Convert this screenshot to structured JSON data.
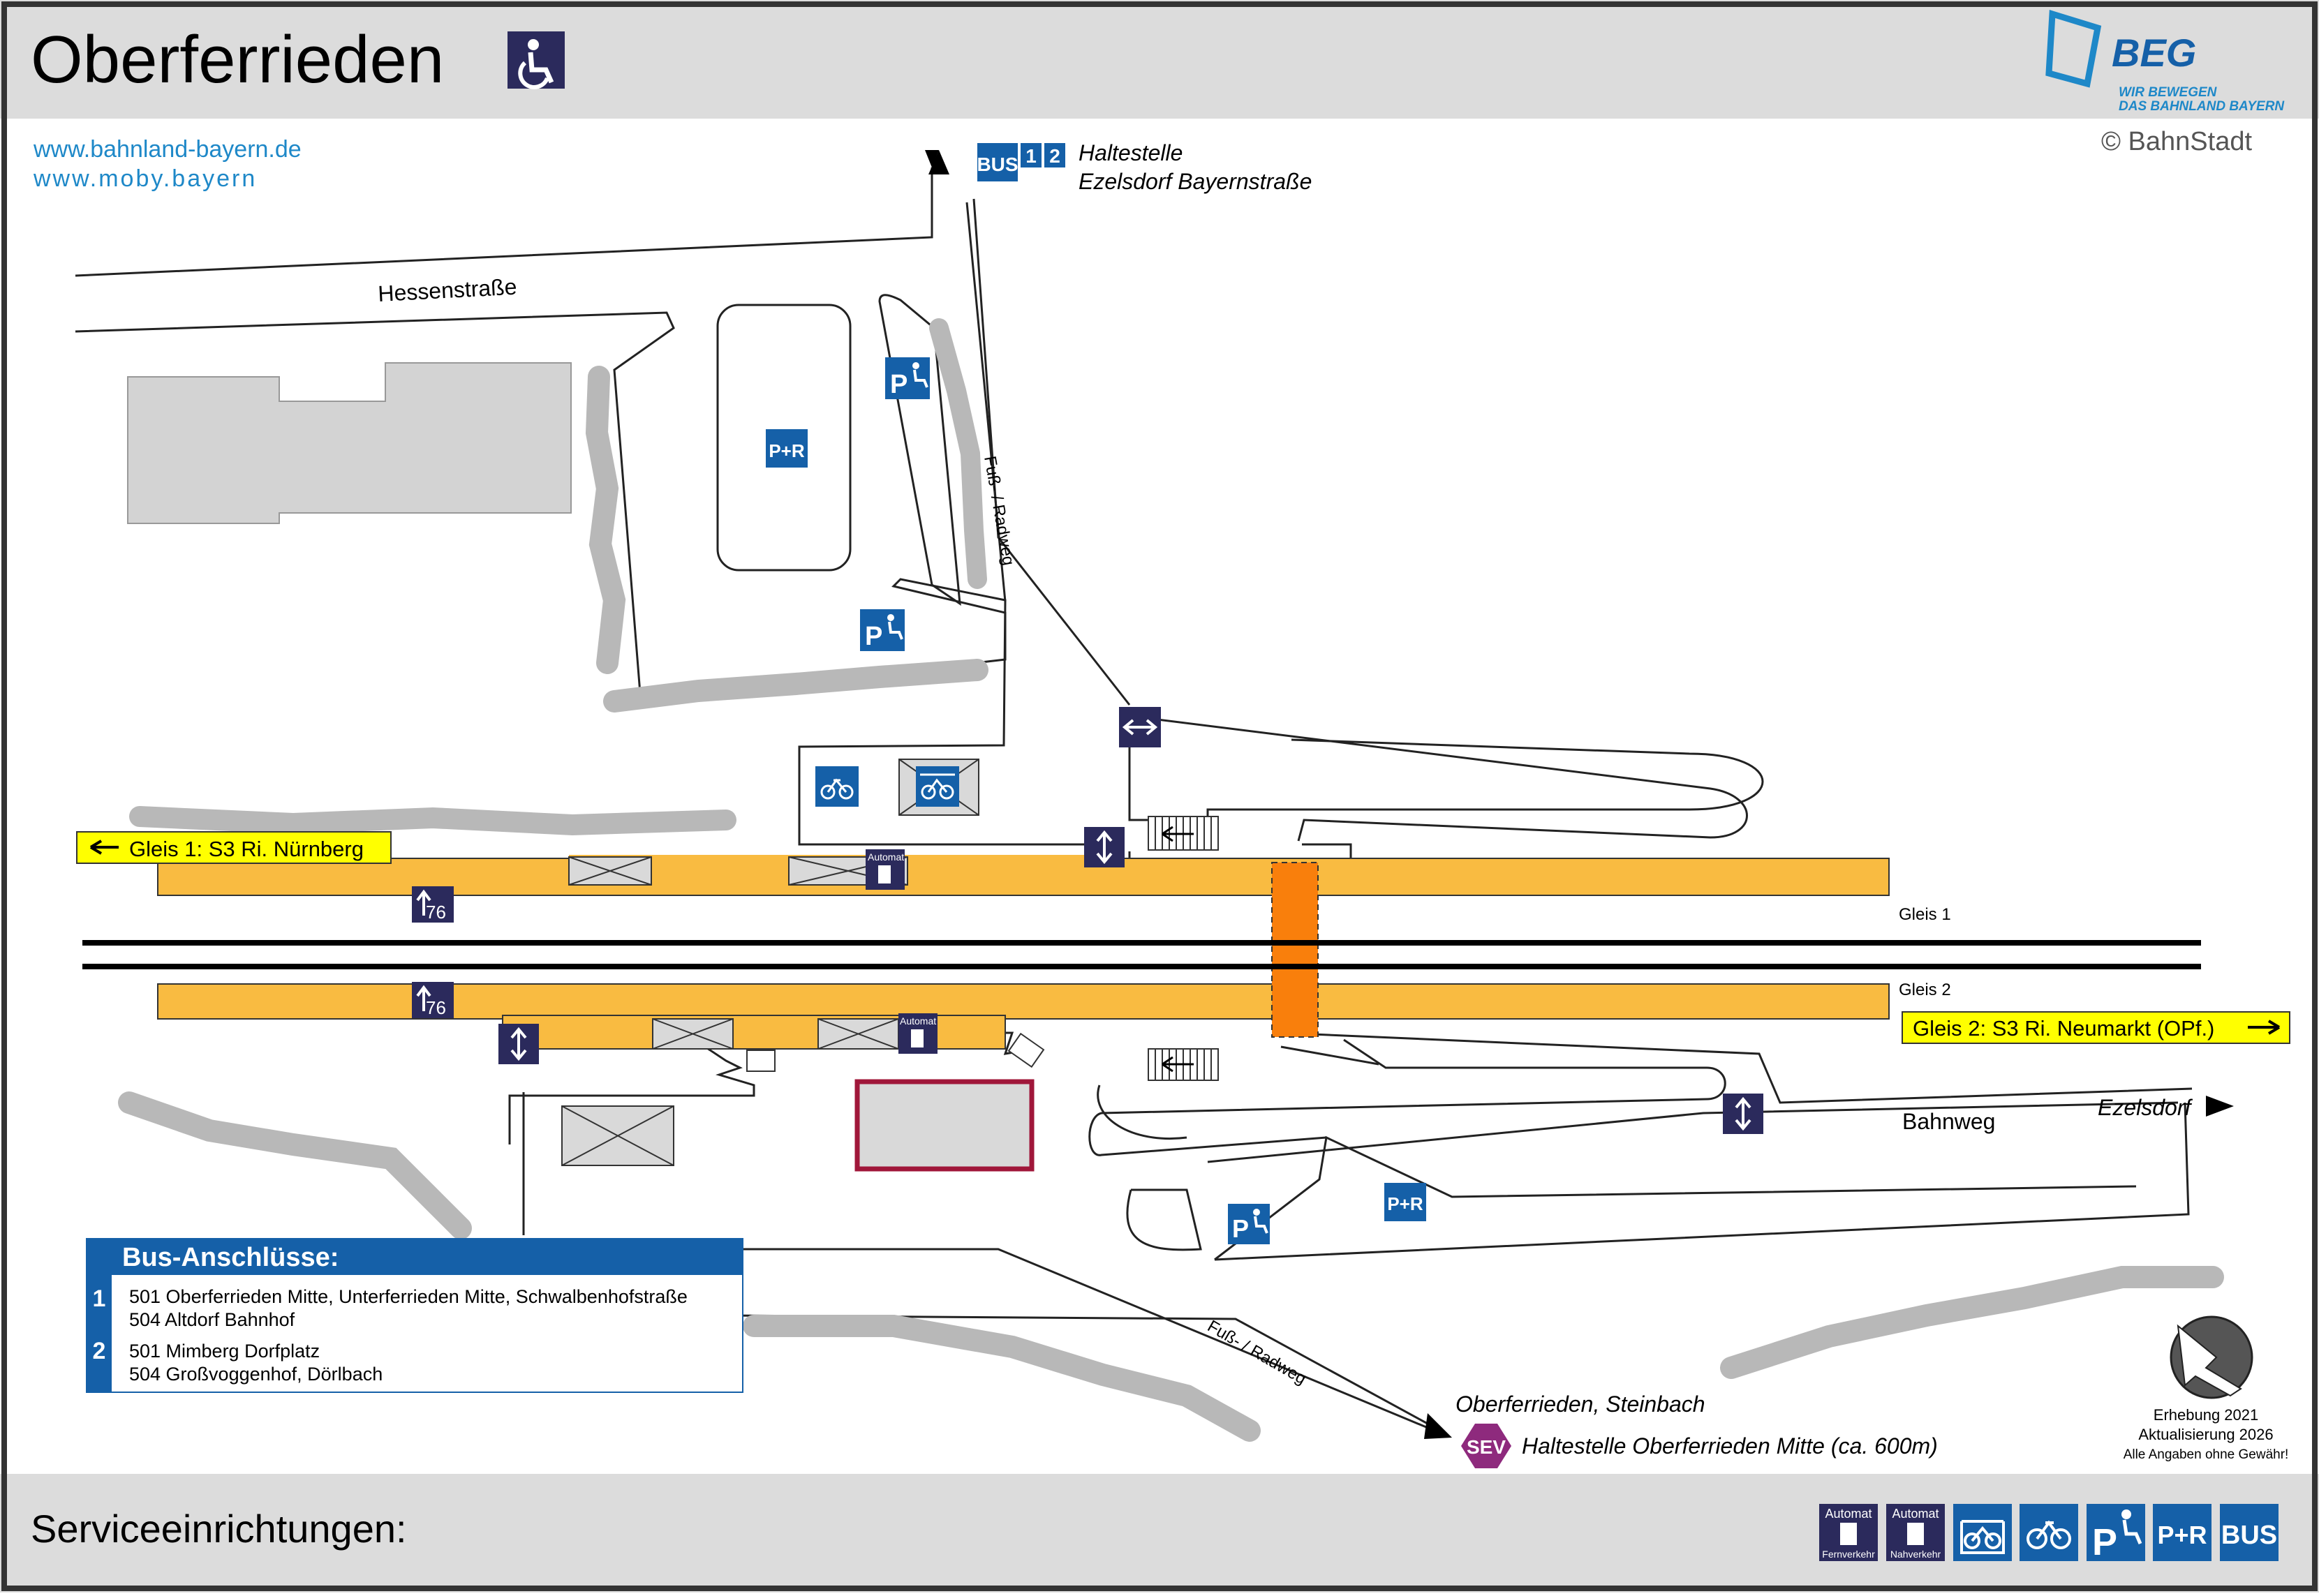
{
  "header": {
    "station_name": "Oberferrieden",
    "wheelchair_icon": "wheelchair-icon",
    "link_1": "www.bahnland-bayern.de",
    "link_2": "www.moby.bayern",
    "beg_logo_text": "BEG",
    "beg_slogan_1": "WIR BEWEGEN",
    "beg_slogan_2": "DAS BAHNLAND BAYERN",
    "copyright": "© BahnStadt"
  },
  "map": {
    "street_hessen": "Hessenstraße",
    "path_label_top": "Fuß- / Radweg",
    "path_label_bottom": "Fuß- / Radweg",
    "street_bahnweg": "Bahnweg",
    "dir_ezelsdorf": "Ezelsdorf",
    "bus_stop_top": {
      "bus_badge": "BUS",
      "line_1": "1",
      "line_2": "2",
      "name_line_1": "Haltestelle",
      "name_line_2": "Ezelsdorf Bayernstraße"
    },
    "stop_steinbach": "Oberferrieden, Steinbach",
    "sev_badge": "SEV",
    "sev_stop": "Haltestelle Oberferrieden Mitte (ca. 600m)",
    "gleis1_direction": "Gleis 1: S3 Ri. Nürnberg",
    "gleis2_direction": "Gleis 2: S3 Ri. Neumarkt (OPf.)",
    "gleis1_label": "Gleis 1",
    "gleis2_label": "Gleis 2",
    "platform_height_1": "76",
    "platform_height_2": "76",
    "automat_label_1": "Automat",
    "automat_label_2": "Automat",
    "pr_label_1": "P+R",
    "pr_label_2": "P+R",
    "parking_disabled_label": "P",
    "icons": [
      "parking-disabled-icon",
      "park-and-ride-icon",
      "bike-icon",
      "bike-locker-icon",
      "elevator-icon",
      "ramp-icon",
      "ticket-machine-icon",
      "north-arrow-icon"
    ],
    "colors": {
      "platform": "#F9BB41",
      "underpass": "#F97F0C",
      "icon_blue": "#1560A8",
      "icon_navy": "#2B2A5C",
      "direction_box": "#FFFF00",
      "building": "#D9D9D9",
      "building_outline_red": "#A0173A",
      "sev": "#8E2A7D"
    }
  },
  "bus_connections": {
    "title": "Bus-Anschlüsse:",
    "rows": [
      {
        "num": "1",
        "line_a": "501 Oberferrieden Mitte, Unterferrieden Mitte, Schwalbenhofstraße",
        "line_b": "504 Altdorf Bahnhof"
      },
      {
        "num": "2",
        "line_a": "501 Mimberg Dorfplatz",
        "line_b": "504 Großvoggenhof, Dörlbach"
      }
    ]
  },
  "survey": {
    "line_1": "Erhebung 2021",
    "line_2": "Aktualisierung 2026",
    "line_3": "Alle Angaben ohne Gewähr!"
  },
  "footer": {
    "title": "Serviceeinrichtungen:",
    "services": [
      {
        "icon": "ticket-machine-long-distance-icon",
        "top": "Automat",
        "bottom": "Fernverkehr"
      },
      {
        "icon": "ticket-machine-regional-icon",
        "top": "Automat",
        "bottom": "Nahverkehr"
      },
      {
        "icon": "bike-locker-icon",
        "top": "",
        "bottom": ""
      },
      {
        "icon": "bike-icon",
        "top": "",
        "bottom": ""
      },
      {
        "icon": "parking-disabled-icon",
        "top": "P",
        "bottom": ""
      },
      {
        "icon": "park-and-ride-icon",
        "top": "P+R",
        "bottom": ""
      },
      {
        "icon": "bus-icon",
        "top": "BUS",
        "bottom": ""
      }
    ]
  }
}
